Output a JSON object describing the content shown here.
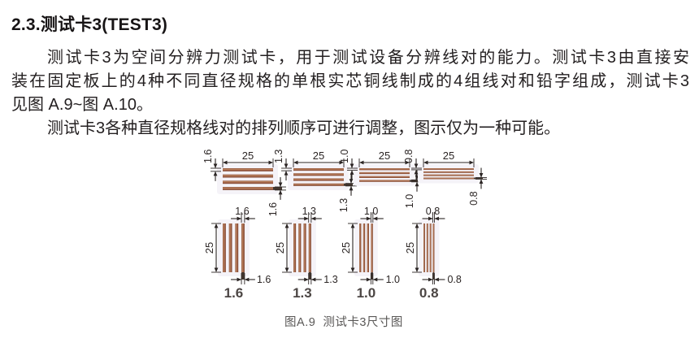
{
  "doc": {
    "heading": "2.3.测试卡3(TEST3)",
    "p1_lines": [
      "测试卡3为空间分辨力测试卡，用于测试设备分辨线对的能力。测试卡3由直接安",
      "装在固定板上的4种不同直径规格的单根实芯铜线制成的4组线对和铅字组成，测试卡3",
      "见图 A.9~图 A.10。"
    ],
    "p2": "测试卡3各种直径规格线对的排列顺序可进行调整，图示仅为一种可能。",
    "figure": {
      "caption": "图A.9  测试卡3尺寸图",
      "length_label": "25",
      "wires_per_group": 4,
      "groups": [
        {
          "diameter": "1.6"
        },
        {
          "diameter": "1.3"
        },
        {
          "diameter": "1.0"
        },
        {
          "diameter": "0.8"
        }
      ],
      "lead_type_labels": [
        "1.6",
        "1.3",
        "1.0",
        "0.8"
      ],
      "colors": {
        "copper_light": "#c08a64",
        "copper": "#a06046",
        "copper_dark": "#7c452f",
        "copper_edge": "#8a4e38",
        "tip": "#43362e",
        "dimension": "#2b2524",
        "lead_label": "#4c4644",
        "panel": "#f5f3f8",
        "caption": "#5a5857"
      }
    }
  }
}
